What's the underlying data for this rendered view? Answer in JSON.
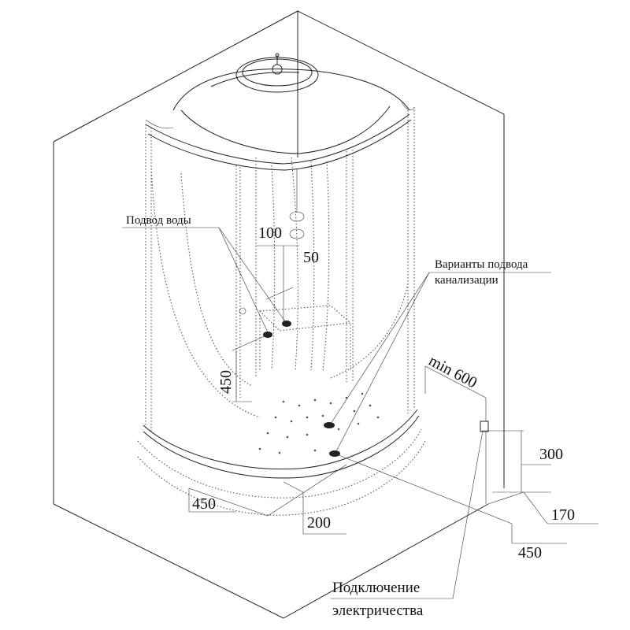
{
  "labels": {
    "water_supply": "Подвод воды",
    "drain_options_line1": "Варианты подвода",
    "drain_options_line2": "канализации",
    "electric_line1": "Подключение",
    "electric_line2": "электричества"
  },
  "dimensions": {
    "d100": "100",
    "d50": "50",
    "d450_vertical": "450",
    "min600": "min 600",
    "d300": "300",
    "d170": "170",
    "d450_bottom_left": "450",
    "d200": "200",
    "d450_bottom_right": "450"
  }
}
